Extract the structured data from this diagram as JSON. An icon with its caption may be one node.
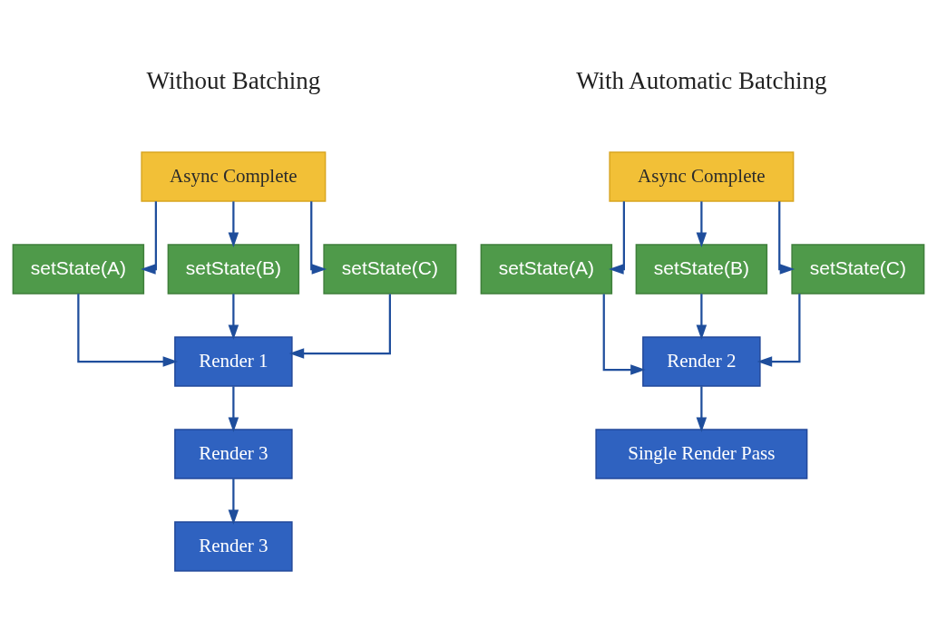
{
  "diagram": {
    "nodes": [
      {
        "text": [
          "Async Complete"
        ]
      },
      {
        "text": [
          "setState(A)"
        ]
      },
      {
        "text": [
          "setState(B)"
        ]
      },
      {
        "text": [
          "setState(C)"
        ]
      },
      {
        "text": [
          "Render 1"
        ]
      },
      {
        "text": [
          "Render 3"
        ]
      },
      {
        "text": [
          "Render 3"
        ]
      },
      {
        "text": [
          "Async Complete"
        ]
      },
      {
        "text": [
          "setState(A)"
        ]
      },
      {
        "text": [
          "setState(B)"
        ]
      },
      {
        "text": [
          "setState(C)"
        ]
      },
      {
        "text": [
          "Render 2"
        ]
      },
      {
        "text": [
          "Single Render Pass"
        ]
      }
    ],
    "edges": [
      {
        "from": 0,
        "to": 1,
        "arrow": "to"
      },
      {
        "from": 0,
        "to": 2,
        "arrow": "to"
      },
      {
        "from": 0,
        "to": 3,
        "arrow": "to"
      },
      {
        "from": 1,
        "to": 4,
        "arrow": "to"
      },
      {
        "from": 2,
        "to": 4,
        "arrow": "to"
      },
      {
        "from": 3,
        "to": 4,
        "arrow": "to"
      },
      {
        "from": 4,
        "to": 5,
        "arrow": "to"
      },
      {
        "from": 5,
        "to": 6,
        "arrow": "to"
      },
      {
        "from": 7,
        "to": 8,
        "arrow": "to"
      },
      {
        "from": 7,
        "to": 9,
        "arrow": "to"
      },
      {
        "from": 7,
        "to": 10,
        "arrow": "to"
      },
      {
        "from": 8,
        "to": 11,
        "arrow": "to"
      },
      {
        "from": 9,
        "to": 11,
        "arrow": "to"
      },
      {
        "from": 10,
        "to": 11,
        "arrow": "to"
      },
      {
        "from": 11,
        "to": 12,
        "arrow": "to"
      }
    ],
    "labels": [
      "Without Batching",
      "With Automatic Batching"
    ]
  }
}
